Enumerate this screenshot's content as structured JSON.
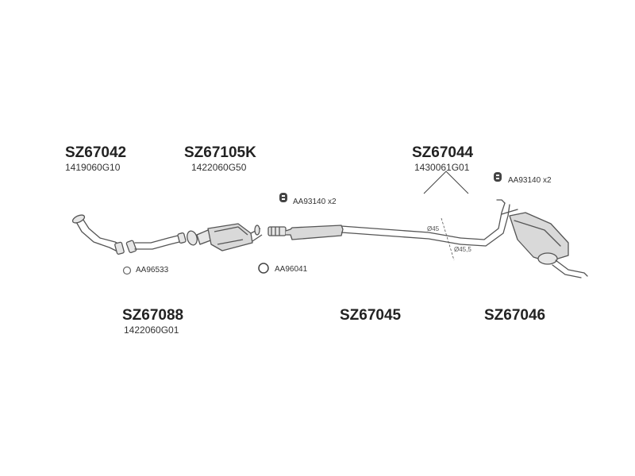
{
  "groups": [
    {
      "code": "SZ67042",
      "oem": "1419060G10"
    },
    {
      "code": "SZ67105K",
      "oem": "1422060G50"
    },
    {
      "code": "SZ67044",
      "oem": "1430061G01"
    },
    {
      "code": "SZ67088",
      "oem": "1422060G01"
    },
    {
      "code": "SZ67045"
    },
    {
      "code": "SZ67046"
    }
  ],
  "hardware": [
    {
      "code": "AA96533"
    },
    {
      "code": "AA96041"
    },
    {
      "code": "AA93140",
      "qty": "x2"
    },
    {
      "code": "AA93140",
      "qty": "x2"
    }
  ],
  "dimensions": {
    "d1": "Ø45",
    "d2": "Ø45,5"
  },
  "colors": {
    "text": "#222222",
    "line": "#555555",
    "part_fill": "#d9d9d9"
  }
}
